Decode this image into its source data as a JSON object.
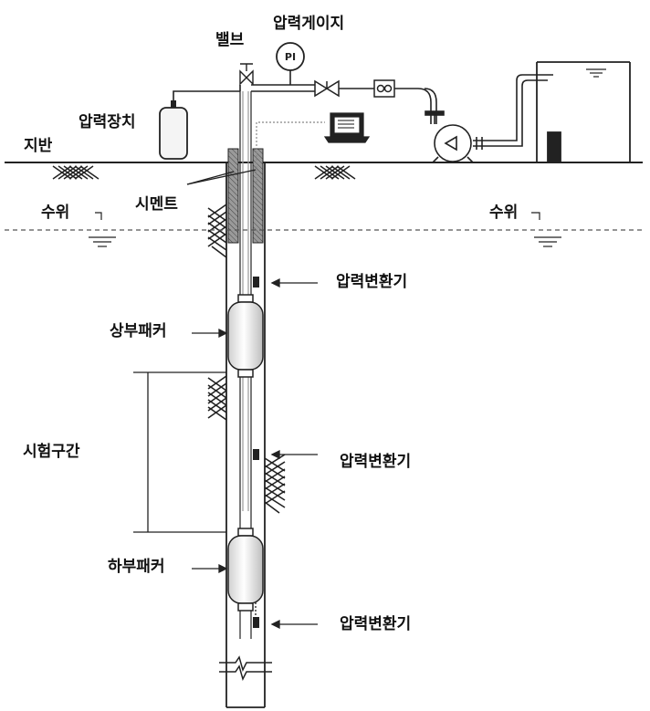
{
  "labels": {
    "valve": "밸브",
    "pressure_gauge": "압력게이지",
    "pressure_gauge_symbol": "PI",
    "pressure_device": "압력장치",
    "ground": "지반",
    "cement": "시멘트",
    "water_level_left": "수위",
    "water_level_right": "수위",
    "transducer_top": "압력변환기",
    "upper_packer": "상부패커",
    "test_section": "시험구간",
    "transducer_middle": "압력변환기",
    "lower_packer": "하부패커",
    "transducer_bottom": "압력변환기"
  },
  "colors": {
    "line": "#222222",
    "pipe_fill": "#d6d6d6",
    "cement_fill": "#8a8a8a",
    "water_line": "#555555"
  },
  "icons": [
    "valve-icon",
    "pressure-gauge-icon",
    "pump-icon",
    "flowmeter-icon",
    "laptop-icon",
    "tank-icon"
  ]
}
